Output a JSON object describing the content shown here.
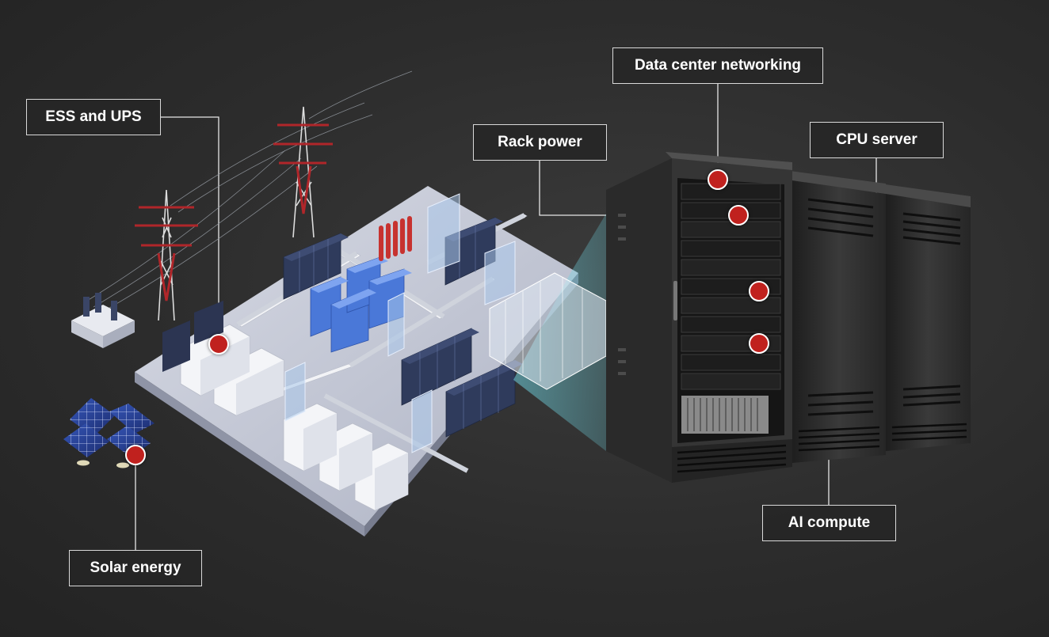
{
  "callouts": {
    "ess_ups": "ESS and UPS",
    "data_center_networking": "Data center networking",
    "rack_power": "Rack power",
    "cpu_server": "CPU server",
    "ai_compute": "AI compute",
    "solar_energy": "Solar energy"
  },
  "colors": {
    "background": "#2c2c2c",
    "hotspot": "#c0211e",
    "callout_border": "#d9d9d9",
    "floor": "#c9ccd8",
    "rack_blue": "#2f3b5c",
    "battery_blue": "#4a78d8",
    "tower_red": "#b0262a",
    "glass_teal": "#6fd3e0",
    "cabinet_dark": "#2a2a2a"
  },
  "icons": [
    "transmission-tower-icon",
    "solar-panel-icon",
    "server-rack-icon",
    "generator-icon",
    "battery-icon",
    "hotspot-marker-icon"
  ]
}
